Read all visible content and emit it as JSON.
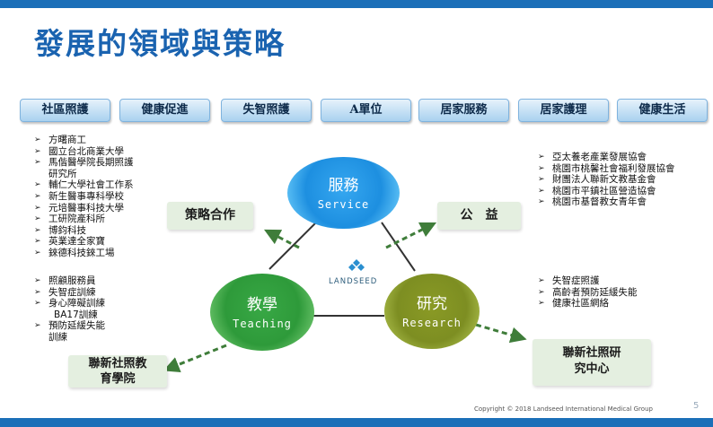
{
  "title": "發展的領域與策略",
  "tabs": [
    "社區照護",
    "健康促進",
    "失智照護",
    "A單位",
    "居家服務",
    "居家護理",
    "健康生活"
  ],
  "left_top_list": [
    "方曙商工",
    "國立台北商業大學",
    "馬偕醫學院長期照護",
    "研究所",
    "輔仁大學社會工作系",
    "新生醫事專科學校",
    "元培醫事科技大學",
    "工研院產科所",
    "博鈞科技",
    "英業達全家寶",
    "錸德科技錸工場"
  ],
  "left_bottom_list": [
    "照顧服務員",
    "失智症訓練",
    "身心障礙訓練",
    "BA17訓練",
    "預防延緩失能",
    "訓練"
  ],
  "right_top_list": [
    "亞太養老產業發展協會",
    "桃園市桃馨社會福利發展協會",
    "財團法人聯新文教基金會",
    "桃園市平鎮社區營造協會",
    "桃園市基督教女青年會"
  ],
  "right_bottom_list": [
    "失智症照護",
    "高齡者預防延緩失能",
    "健康社區網絡"
  ],
  "labels": {
    "strategy": "策略合作",
    "public": "公　益",
    "academy": "聯新社照教育學院",
    "research_center": "聯新社照研究中心"
  },
  "circles": {
    "service": {
      "zh": "服務",
      "en": "Service"
    },
    "teaching": {
      "zh": "教學",
      "en": "Teaching"
    },
    "research": {
      "zh": "研究",
      "en": "Research"
    }
  },
  "logo": "LANDSEED",
  "copyright": "Copyright © 2018 Landseed International Medical Group",
  "page_number": "5",
  "colors": {
    "brand_blue": "#1b6fb8",
    "service": "#1d8fe0",
    "teaching": "#2e9a3a",
    "research": "#7d8e22",
    "arrow": "#3f7d3a"
  }
}
